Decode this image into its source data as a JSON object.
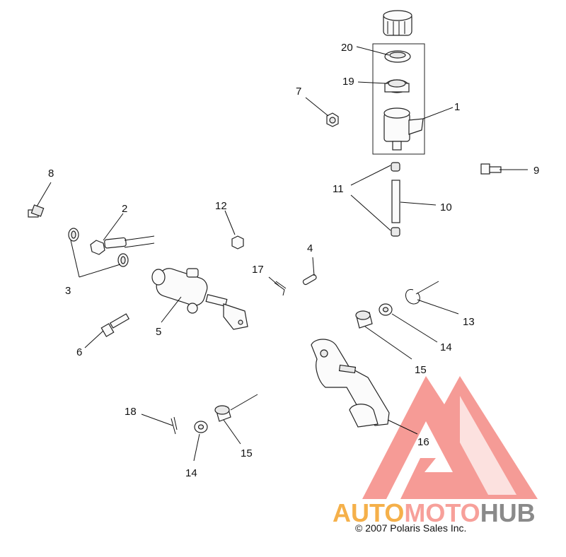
{
  "callouts": {
    "c1": "1",
    "c2": "2",
    "c3": "3",
    "c4": "4",
    "c5": "5",
    "c6": "6",
    "c7": "7",
    "c8": "8",
    "c9": "9",
    "c10": "10",
    "c11": "11",
    "c12": "12",
    "c13": "13",
    "c14a": "14",
    "c14b": "14",
    "c15a": "15",
    "c15b": "15",
    "c16": "16",
    "c17": "17",
    "c18": "18",
    "c19": "19",
    "c20": "20"
  },
  "watermark": {
    "auto": "AUTO",
    "moto": "MOTO",
    "hub": "HUB",
    "colors": {
      "auto": "#f5b04a",
      "moto": "#f7a09a",
      "hub": "#8a8a8a",
      "triangle": "#f48a84"
    }
  },
  "copyright": "© 2007 Polaris Sales Inc."
}
